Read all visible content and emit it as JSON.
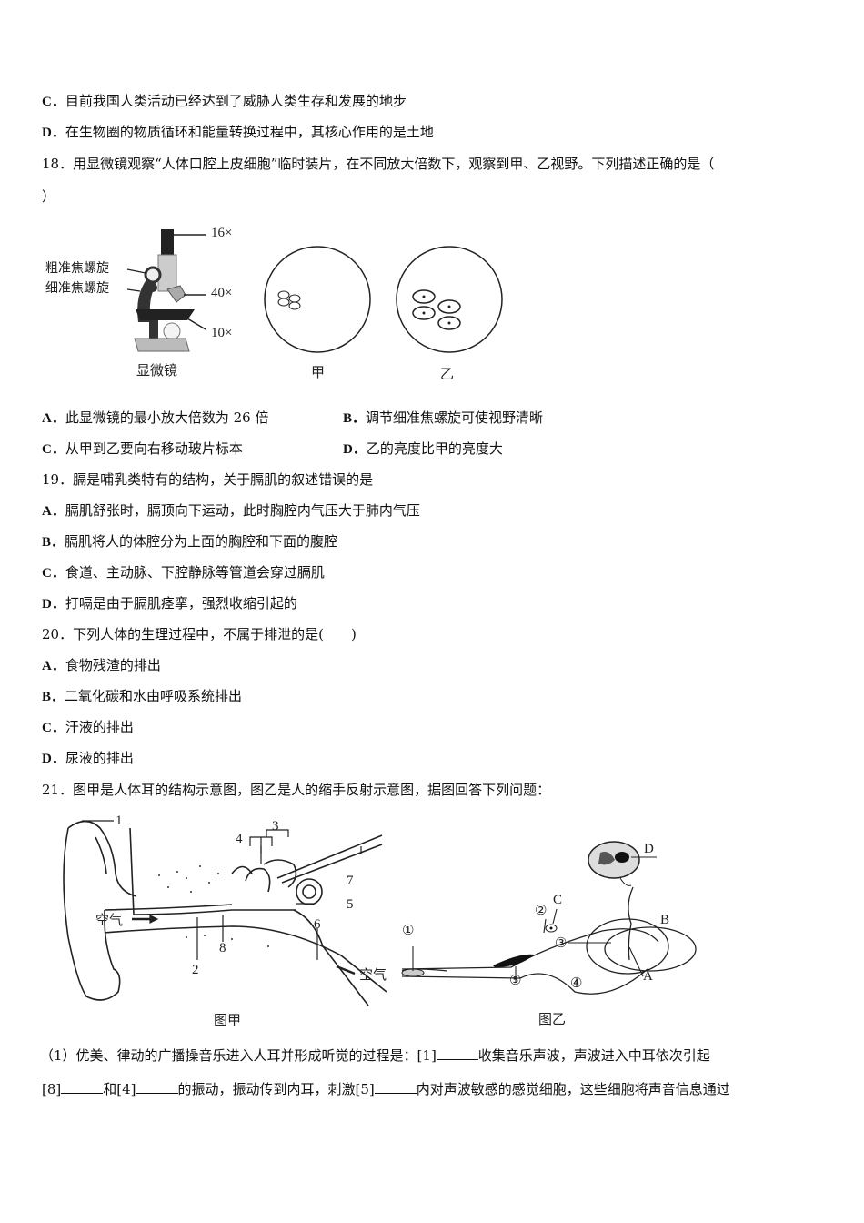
{
  "q17_tail": {
    "options": [
      {
        "letter": "C．",
        "text": "目前我国人类活动已经达到了威胁人类生存和发展的地步"
      },
      {
        "letter": "D．",
        "text": "在生物圈的物质循环和能量转换过程中，其核心作用的是土地"
      }
    ]
  },
  "q18": {
    "stem_line1": "18．用显微镜观察“人体口腔上皮细胞”临时装片，在不同放大倍数下，观察到甲、乙视野。下列描述正确的是（",
    "stem_line2": "）",
    "figure": {
      "microscope_caption": "显微镜",
      "label_eyepiece": "16×",
      "label_objective_high": "40×",
      "label_objective_low": "10×",
      "label_coarse": "粗准焦螺旋",
      "label_fine": "细准焦螺旋",
      "view_a_caption": "甲",
      "view_b_caption": "乙"
    },
    "options": [
      {
        "letter": "A．",
        "text": "此显微镜的最小放大倍数为 26 倍"
      },
      {
        "letter": "B．",
        "text": "调节细准焦螺旋可使视野清晰"
      },
      {
        "letter": "C．",
        "text": "从甲到乙要向右移动玻片标本"
      },
      {
        "letter": "D．",
        "text": "乙的亮度比甲的亮度大"
      }
    ]
  },
  "q19": {
    "stem": "19．膈是哺乳类特有的结构，关于膈肌的叙述错误的是",
    "options": [
      {
        "letter": "A．",
        "text": "膈肌舒张时，膈顶向下运动，此时胸腔内气压大于肺内气压"
      },
      {
        "letter": "B．",
        "text": "膈肌将人的体腔分为上面的胸腔和下面的腹腔"
      },
      {
        "letter": "C．",
        "text": "食道、主动脉、下腔静脉等管道会穿过膈肌"
      },
      {
        "letter": "D．",
        "text": "打嗝是由于膈肌痉挛，强烈收缩引起的"
      }
    ]
  },
  "q20": {
    "stem": "20．下列人体的生理过程中，不属于排泄的是(　　)",
    "options": [
      {
        "letter": "A．",
        "text": "食物残渣的排出"
      },
      {
        "letter": "B．",
        "text": "二氧化碳和水由呼吸系统排出"
      },
      {
        "letter": "C．",
        "text": "汗液的排出"
      },
      {
        "letter": "D．",
        "text": "尿液的排出"
      }
    ]
  },
  "q21": {
    "stem": "21．图甲是人体耳的结构示意图，图乙是人的缩手反射示意图，据图回答下列问题：",
    "fig_a": {
      "caption": "图甲",
      "labels": [
        "1",
        "2",
        "3",
        "4",
        "5",
        "6",
        "7",
        "8"
      ],
      "air_left": "空气",
      "air_right": "空气"
    },
    "fig_b": {
      "caption": "图乙",
      "labels": [
        "①",
        "②",
        "③",
        "④",
        "⑤",
        "A",
        "B",
        "C",
        "D"
      ]
    },
    "sub1_line1_a": "（1）优美、律动的广播操音乐进入人耳并形成听觉的过程是：[1]",
    "sub1_line1_b": "收集音乐声波，声波进入中耳依次引起",
    "sub1_line2_a": "[8]",
    "sub1_line2_b": "和[4]",
    "sub1_line2_c": "的振动，振动传到内耳，刺激[5]",
    "sub1_line2_d": "内对声波敏感的感觉细胞，这些细胞将声音信息通过"
  }
}
